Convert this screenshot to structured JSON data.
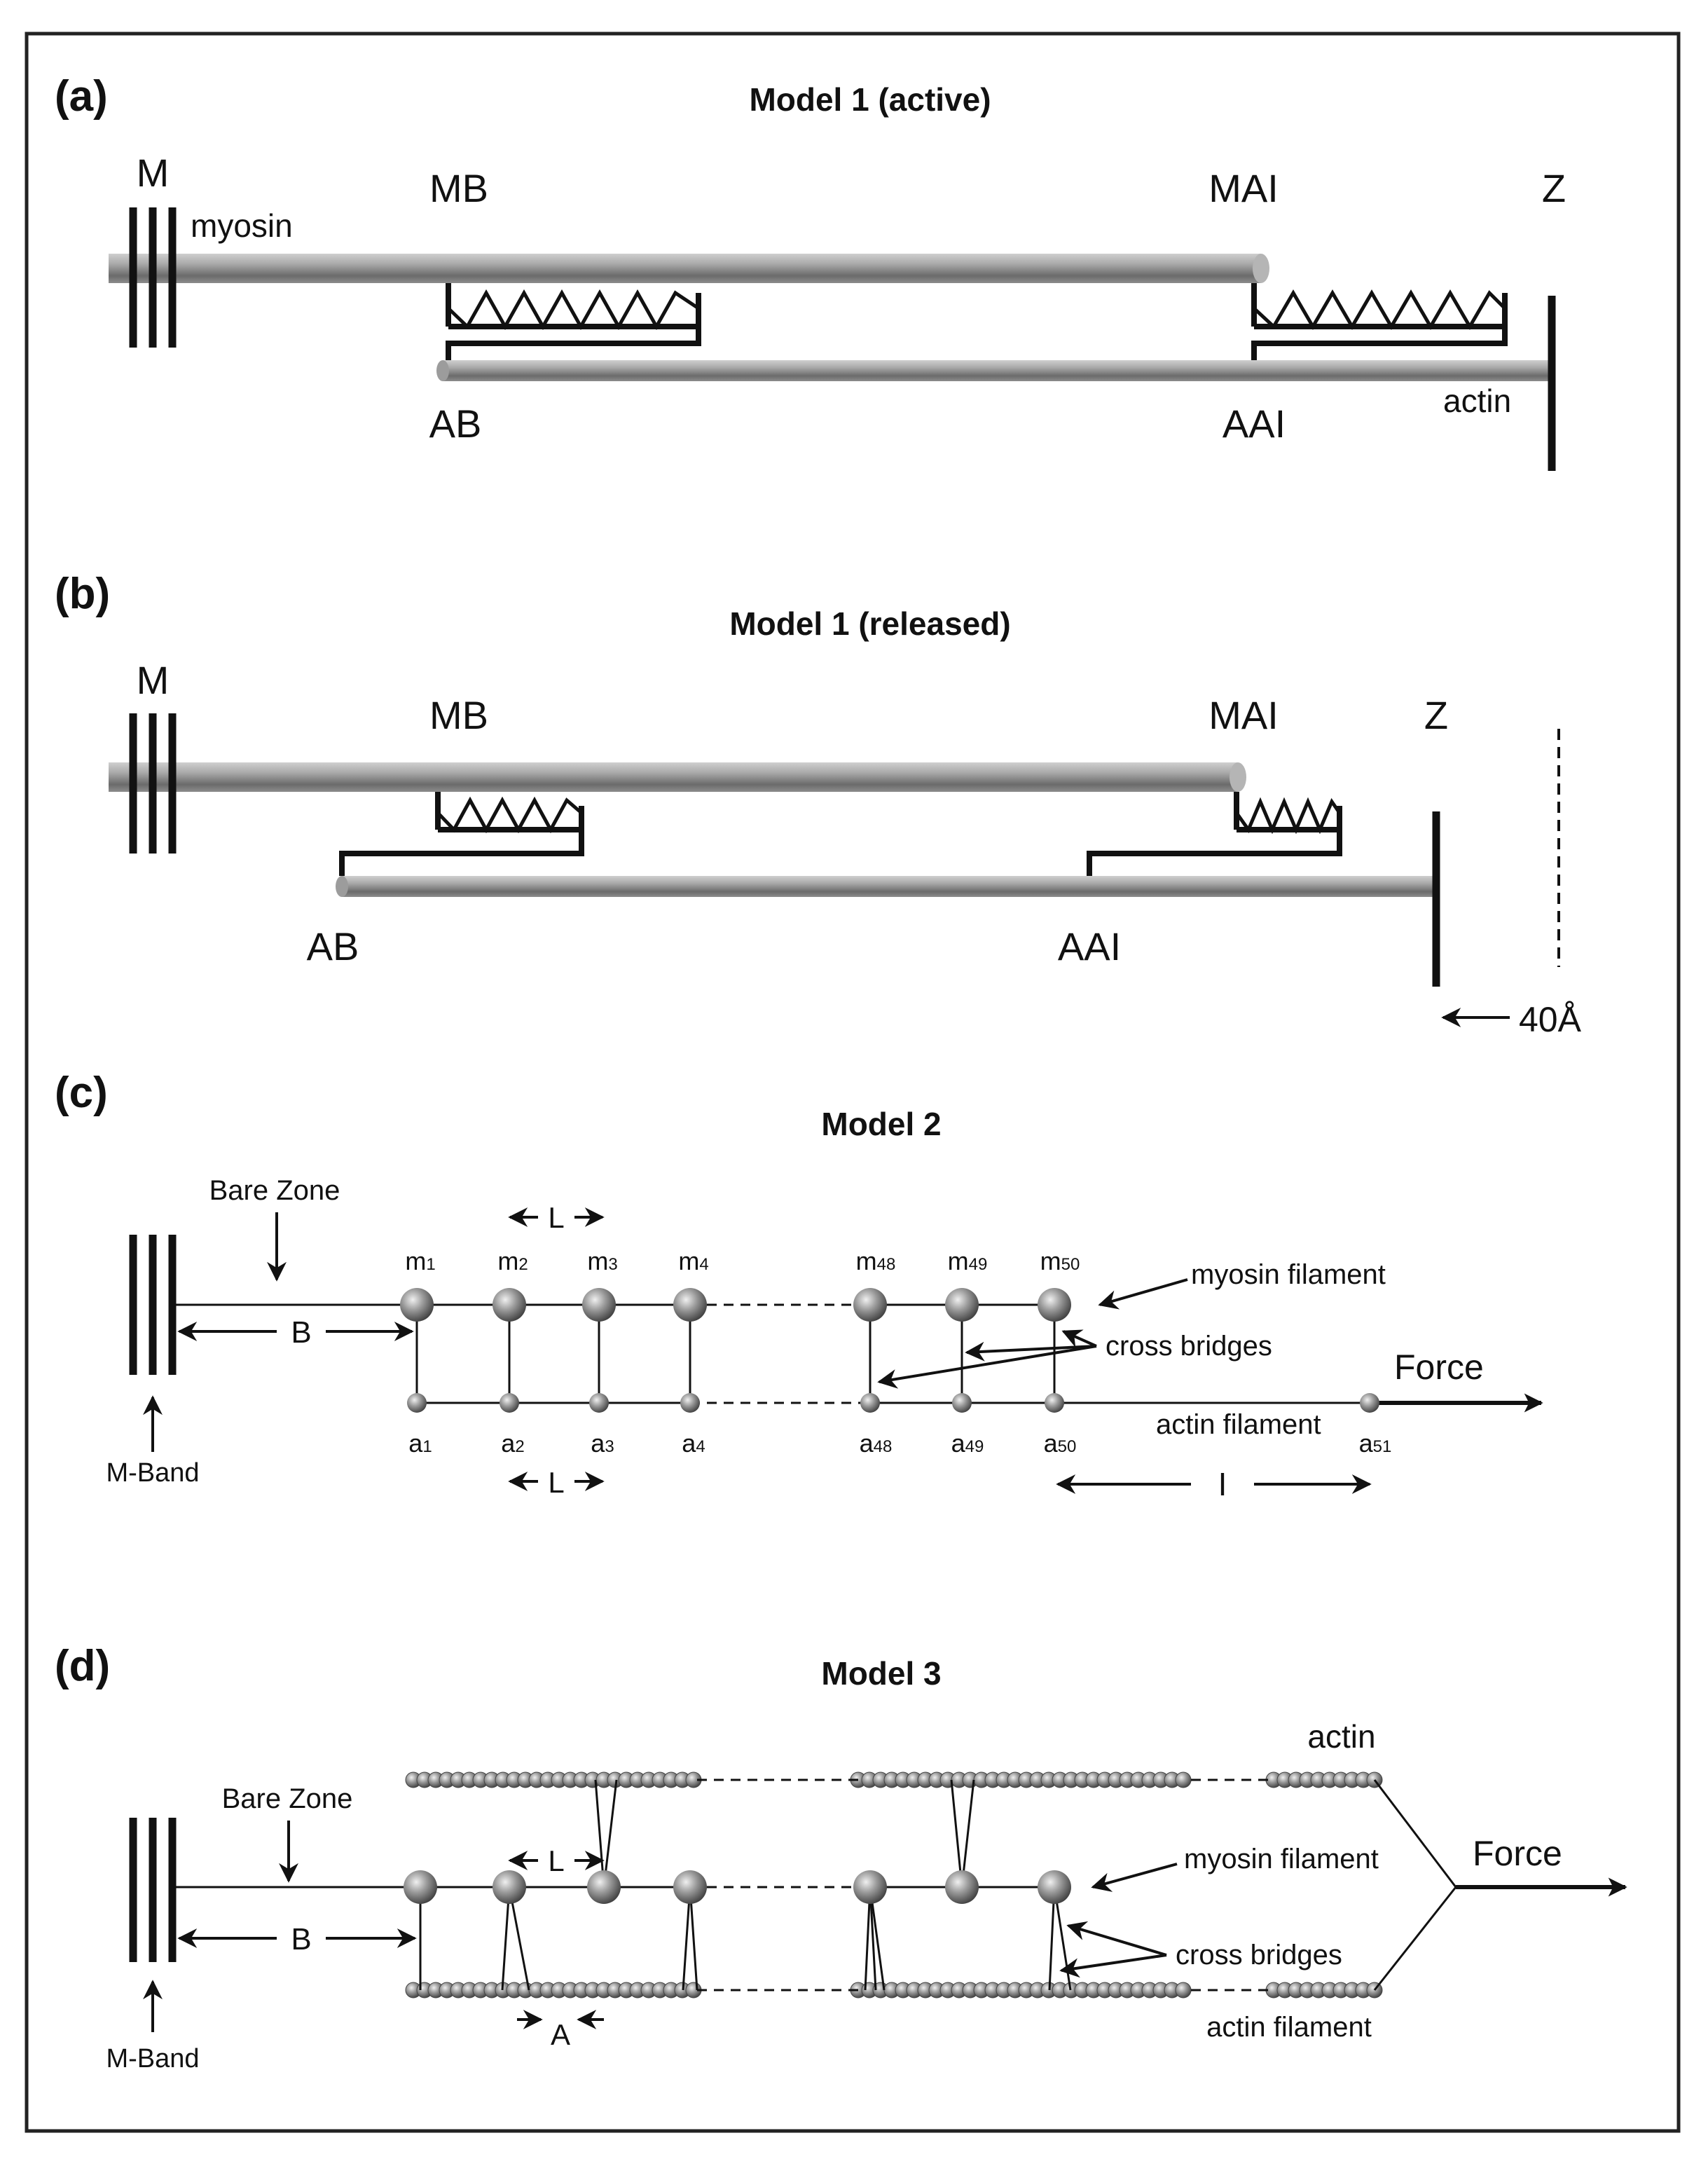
{
  "panels": {
    "a": {
      "tag": "(a)",
      "title": "Model 1 (active)",
      "labels": {
        "M": "M",
        "myosin": "myosin",
        "MB": "MB",
        "MAI": "MAI",
        "Z": "Z",
        "AB": "AB",
        "AAI": "AAI",
        "actin": "actin"
      }
    },
    "b": {
      "tag": "(b)",
      "title": "Model 1 (released)",
      "labels": {
        "M": "M",
        "MB": "MB",
        "MAI": "MAI",
        "Z": "Z",
        "AB": "AB",
        "AAI": "AAI",
        "shift": "40Å"
      }
    },
    "c": {
      "tag": "(c)",
      "title": "Model 2",
      "labels": {
        "bare_zone": "Bare Zone",
        "B": "B",
        "L": "L",
        "mband": "M-Band",
        "myosin_filament": "myosin filament",
        "cross_bridges": "cross bridges",
        "force": "Force",
        "actin_filament": "actin filament",
        "I": "I"
      },
      "myosin_nodes": [
        {
          "base": "m",
          "sub": "1"
        },
        {
          "base": "m",
          "sub": "2"
        },
        {
          "base": "m",
          "sub": "3"
        },
        {
          "base": "m",
          "sub": "4"
        },
        {
          "base": "m",
          "sub": "48"
        },
        {
          "base": "m",
          "sub": "49"
        },
        {
          "base": "m",
          "sub": "50"
        }
      ],
      "actin_nodes": [
        {
          "base": "a",
          "sub": "1"
        },
        {
          "base": "a",
          "sub": "2"
        },
        {
          "base": "a",
          "sub": "3"
        },
        {
          "base": "a",
          "sub": "4"
        },
        {
          "base": "a",
          "sub": "48"
        },
        {
          "base": "a",
          "sub": "49"
        },
        {
          "base": "a",
          "sub": "50"
        },
        {
          "base": "a",
          "sub": "51"
        }
      ]
    },
    "d": {
      "tag": "(d)",
      "title": "Model 3",
      "labels": {
        "actin": "actin",
        "bare_zone": "Bare Zone",
        "B": "B",
        "L": "L",
        "A": "A",
        "mband": "M-Band",
        "myosin_filament": "myosin filament",
        "cross_bridges": "cross bridges",
        "force": "Force",
        "actin_filament": "actin filament"
      }
    }
  },
  "colors": {
    "ink": "#111111",
    "rod": "#8a8a8a",
    "border": "#222222"
  }
}
